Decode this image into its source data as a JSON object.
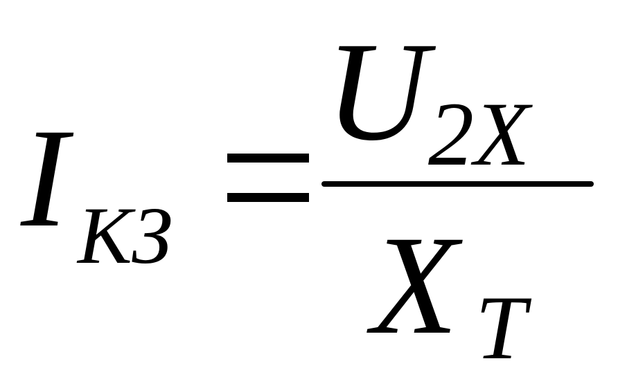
{
  "formula": {
    "lhs": {
      "main": "I",
      "subscript": "КЗ"
    },
    "equals": "=",
    "numerator": {
      "main": "U",
      "subscript": "2X"
    },
    "denominator": {
      "main": "X",
      "subscript": "T"
    }
  },
  "colors": {
    "ink": "#000000",
    "background": "#ffffff"
  }
}
